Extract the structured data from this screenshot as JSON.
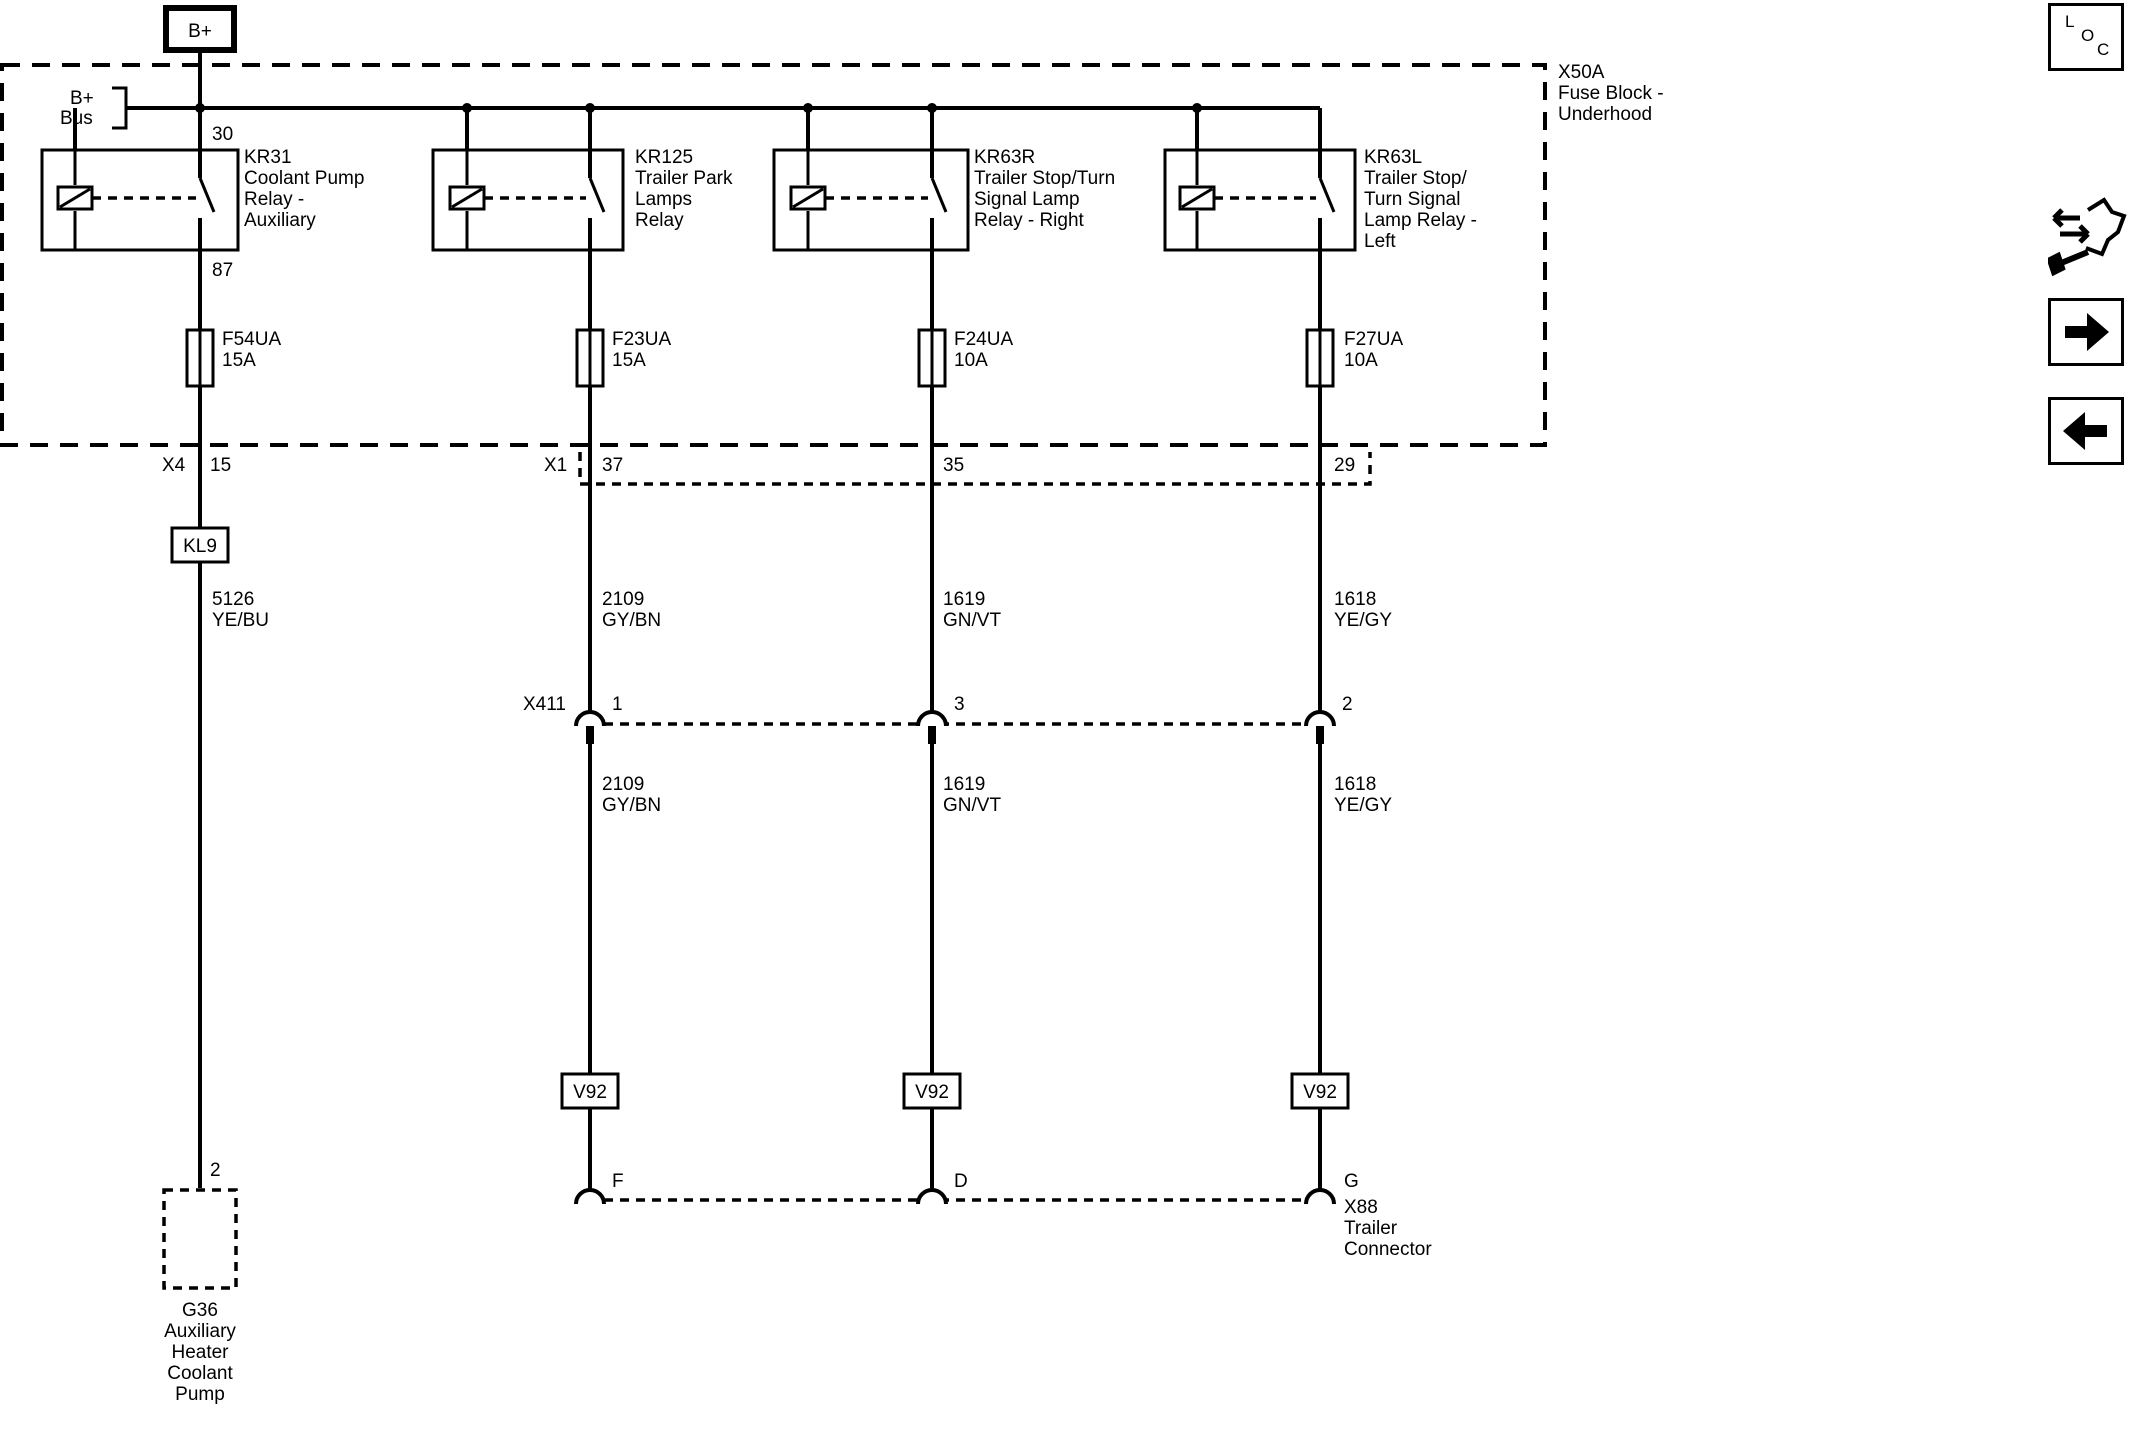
{
  "power": {
    "source": "B+",
    "bus": [
      "B+",
      "Bus"
    ]
  },
  "fuse_block": {
    "id": "X50A",
    "name": [
      "Fuse Block -",
      "Underhood"
    ]
  },
  "relays": [
    {
      "id": "KR31",
      "desc": [
        "Coolant Pump",
        "Relay -",
        "Auxiliary"
      ],
      "pin_in": "30",
      "pin_out": "87"
    },
    {
      "id": "KR125",
      "desc": [
        "Trailer Park",
        "Lamps",
        "Relay"
      ]
    },
    {
      "id": "KR63R",
      "desc": [
        "Trailer Stop/Turn",
        "Signal Lamp",
        "Relay - Right"
      ]
    },
    {
      "id": "KR63L",
      "desc": [
        "Trailer Stop/",
        "Turn Signal",
        "Lamp Relay -",
        "Left"
      ]
    }
  ],
  "fuses": [
    {
      "id": "F54UA",
      "rating": "15A"
    },
    {
      "id": "F23UA",
      "rating": "15A"
    },
    {
      "id": "F24UA",
      "rating": "10A"
    },
    {
      "id": "F27UA",
      "rating": "10A"
    }
  ],
  "connectors": {
    "x4": {
      "id": "X4",
      "pin": "15"
    },
    "x1": {
      "id": "X1",
      "pins": [
        "37",
        "35",
        "29"
      ]
    },
    "x411": {
      "id": "X411",
      "pins": [
        "1",
        "3",
        "2"
      ]
    },
    "x88": {
      "pins": [
        "F",
        "D",
        "G"
      ],
      "name": [
        "X88",
        "Trailer",
        "Connector"
      ]
    }
  },
  "splices": {
    "kl9": "KL9",
    "v92": "V92"
  },
  "wires": [
    {
      "circuit": "5126",
      "color": "YE/BU"
    },
    {
      "circuit": "2109",
      "color": "GY/BN"
    },
    {
      "circuit": "1619",
      "color": "GN/VT"
    },
    {
      "circuit": "1618",
      "color": "YE/GY"
    }
  ],
  "component": {
    "pin": "2",
    "name": [
      "G36",
      "Auxiliary",
      "Heater",
      "Coolant",
      "Pump"
    ]
  },
  "nav": {
    "loc_letters": [
      "L",
      "O",
      "C"
    ],
    "icons": [
      "locator-icon",
      "connector-wrench-icon",
      "arrow-right-icon",
      "arrow-left-icon"
    ]
  }
}
